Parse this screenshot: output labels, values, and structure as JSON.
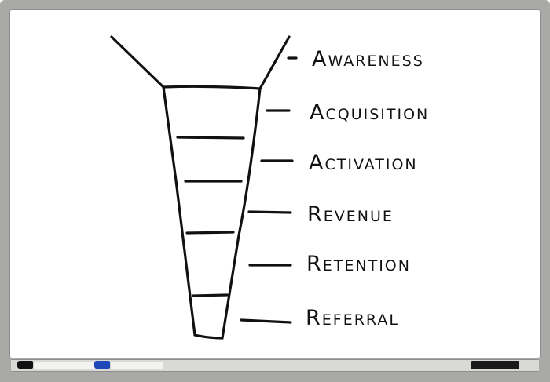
{
  "stages": [
    {
      "label": "Awareness"
    },
    {
      "label": "Acquisition"
    },
    {
      "label": "Activation"
    },
    {
      "label": "Revenue"
    },
    {
      "label": "Retention"
    },
    {
      "label": "Referral"
    }
  ],
  "markers": [
    {
      "name": "black-marker",
      "color": "#111111"
    },
    {
      "name": "blue-marker",
      "color": "#1f47b8"
    }
  ],
  "ink_color": "#111111"
}
